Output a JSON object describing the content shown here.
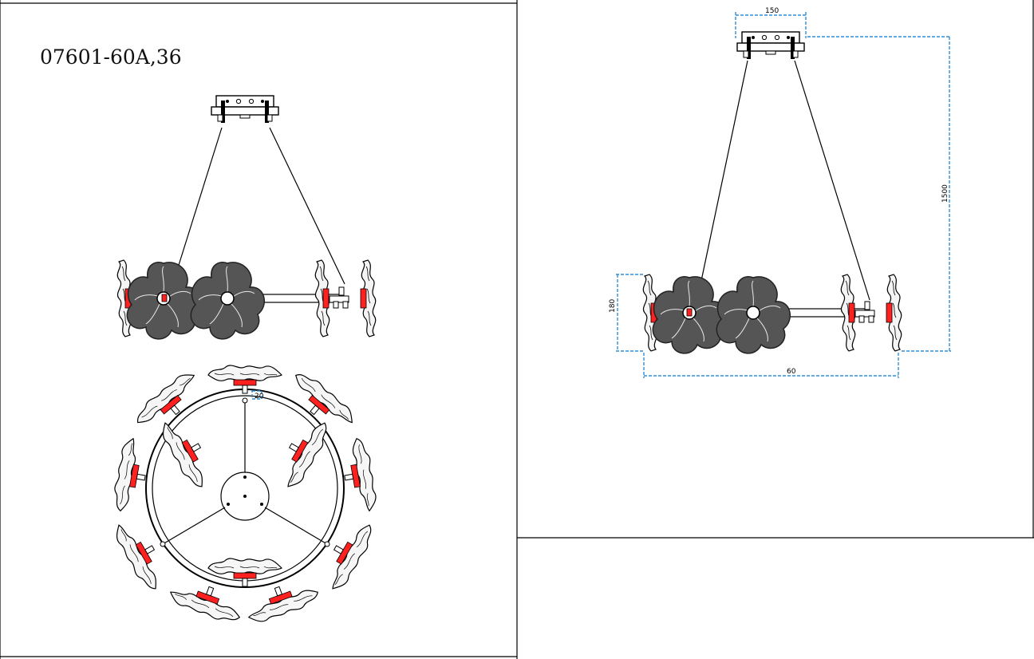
{
  "drawing": {
    "model_code": "07601-60A,36"
  },
  "dimensions": {
    "canopy_width": "150",
    "drop_height": "1500",
    "body_height": "180",
    "diameter": "60",
    "arm_offset": "20"
  },
  "colors": {
    "frame_line": "#000000",
    "dimension_line": "#2e8ed8",
    "led_insert": "#ff2020",
    "glass_flower": "#555555"
  }
}
